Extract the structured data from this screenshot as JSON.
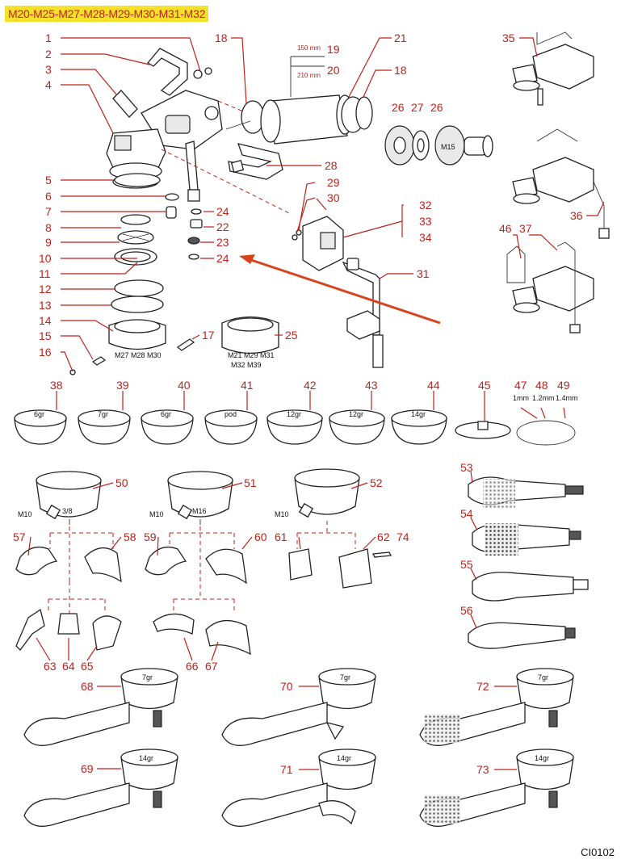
{
  "header": "M20-M25-M27-M28-M29-M30-M31-M32",
  "footer_code": "CI0102",
  "colors": {
    "callout": "#c0211a",
    "header_bg": "#f5e02a",
    "arrow": "#d9431c"
  },
  "callouts": [
    "1",
    "2",
    "3",
    "4",
    "5",
    "6",
    "7",
    "8",
    "9",
    "10",
    "11",
    "12",
    "13",
    "14",
    "15",
    "16",
    "17",
    "18",
    "19",
    "20",
    "21",
    "18",
    "26",
    "27",
    "26",
    "28",
    "29",
    "30",
    "24",
    "22",
    "23",
    "24",
    "31",
    "32",
    "33",
    "34",
    "25",
    "35",
    "36",
    "46",
    "37",
    "38",
    "39",
    "40",
    "41",
    "42",
    "43",
    "44",
    "45",
    "47",
    "48",
    "49",
    "50",
    "51",
    "52",
    "53",
    "54",
    "55",
    "56",
    "57",
    "58",
    "59",
    "60",
    "61",
    "62",
    "74",
    "63",
    "64",
    "65",
    "66",
    "67",
    "68",
    "69",
    "70",
    "71",
    "72",
    "73"
  ],
  "annotations": {
    "dim_150": "150 mm",
    "dim_210": "210 mm",
    "m15": "M15",
    "group_m27": "M27 M28 M30",
    "group_m21_a": "M21 M29 M31",
    "group_m21_b": "M32 M39",
    "size_47": "1mm",
    "size_48": "1.2mm",
    "size_49": "1.4mm",
    "m10_a": "M10",
    "thread_38": "3/8",
    "m10_b": "M10",
    "m16": "M16",
    "m10_c": "M10"
  },
  "filter_labels": [
    "6gr",
    "7gr",
    "6gr",
    "pod",
    "12gr",
    "12gr",
    "14gr"
  ],
  "holder_labels": [
    "7gr",
    "14gr",
    "7gr",
    "14gr",
    "7gr",
    "14gr"
  ]
}
